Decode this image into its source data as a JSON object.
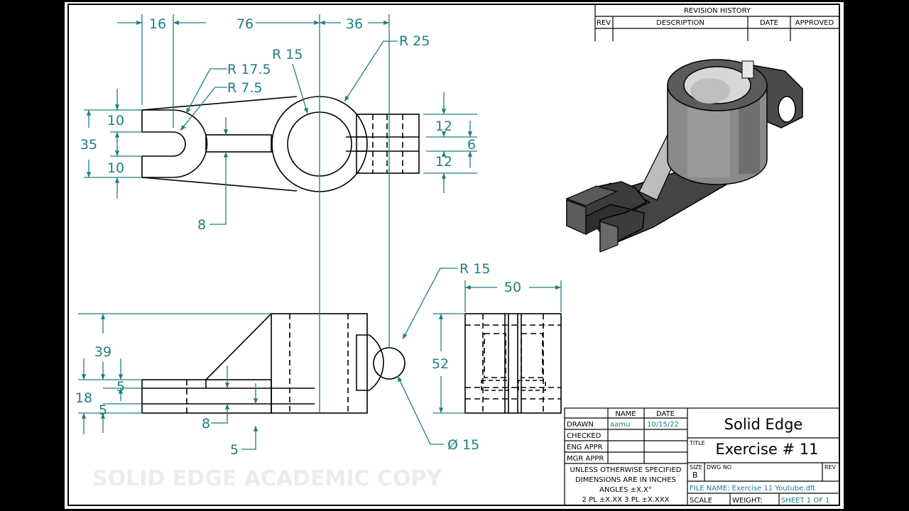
{
  "revision_block": {
    "title": "REVISION HISTORY",
    "columns": [
      "REV",
      "DESCRIPTION",
      "DATE",
      "APPROVED"
    ]
  },
  "dimensions": {
    "top_view": {
      "d16": "16",
      "d76": "76",
      "d36": "36",
      "r25": "R 25",
      "r15": "R 15",
      "r17_5": "R 17.5",
      "r7_5": "R 7.5",
      "d10_top": "10",
      "d35": "35",
      "d10_bottom": "10",
      "d8": "8",
      "d12_top": "12",
      "d6": "6",
      "d12_bottom": "12"
    },
    "front_view": {
      "d39": "39",
      "d18": "18",
      "d5_top": "5",
      "d5_bottom": "5",
      "d8": "8",
      "d5_below": "5",
      "r15": "R 15",
      "dia15": "Ø 15"
    },
    "side_view": {
      "d50": "50",
      "d52": "52"
    }
  },
  "title_block": {
    "col_name": "NAME",
    "col_date": "DATE",
    "rows": [
      {
        "label": "DRAWN",
        "name": "aamu",
        "date": "10/15/22"
      },
      {
        "label": "CHECKED",
        "name": "",
        "date": ""
      },
      {
        "label": "ENG APPR",
        "name": "",
        "date": ""
      },
      {
        "label": "MGR APPR",
        "name": "",
        "date": ""
      }
    ],
    "tolerance_lines": [
      "UNLESS OTHERWISE SPECIFIED",
      "DIMENSIONS ARE IN INCHES",
      "ANGLES ±X.X°",
      "2 PL ±X.XX 3 PL ±X.XXX"
    ],
    "company": "Solid Edge",
    "title_label": "TITLE",
    "title": "Exercise # 11",
    "size_label": "SIZE",
    "size": "B",
    "dwg_no_label": "DWG NO",
    "rev_label": "REV",
    "file_name": "FILE NAME: Exercise 11 Youtube.dft",
    "scale_label": "SCALE",
    "weight_label": "WEIGHT:",
    "sheet": "SHEET 1 OF 1"
  },
  "watermark": "SOLID EDGE ACADEMIC COPY",
  "colors": {
    "dimension": "#1c7f80",
    "geometry": "#000000",
    "border": "#000000",
    "background": "#ffffff"
  }
}
